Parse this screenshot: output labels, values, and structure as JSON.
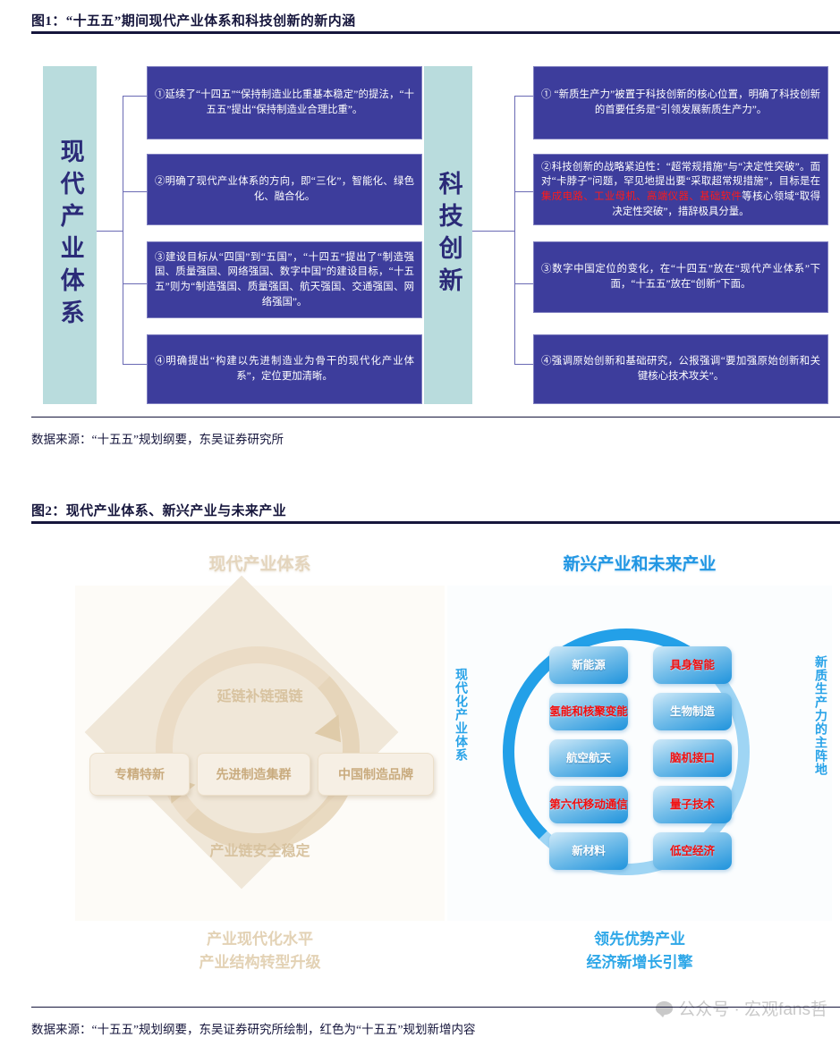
{
  "figure1": {
    "title": "图1：“十五五”期间现代产业体系和科技创新的新内涵",
    "source": "数据来源：“十五五”规划纲要，东吴证券研究所",
    "left_pillar": "现代产业体系",
    "right_pillar": "科技创新",
    "left_items": [
      "①延续了“十四五”“保持制造业比重基本稳定”的提法，“十五五”提出“保持制造业合理比重”。",
      "②明确了现代产业体系的方向，即“三化”，智能化、绿色化、融合化。",
      "③建设目标从“四国”到“五国”，“十四五”提出了“制造强国、质量强国、网络强国、数字中国”的建设目标，“十五五”则为“制造强国、质量强国、航天强国、交通强国、网络强国”。",
      "④明确提出“构建以先进制造业为骨干的现代化产业体系”，定位更加清晰。"
    ],
    "right_items": [
      {
        "pre": "① “新质生产力”被置于科技创新的核心位置，明确了科技创新的首要任务是“引领发展新质生产力”。",
        "hl": "",
        "post": ""
      },
      {
        "pre": "②科技创新的战略紧迫性：“超常规措施”与“决定性突破”。面对“卡脖子”问题，罕见地提出要“采取超常规措施”，目标是在",
        "hl": "集成电路、工业母机、高端仪器、基础软件",
        "post": "等核心领域“取得决定性突破”，措辞极具分量。"
      },
      {
        "pre": "③数字中国定位的变化，在“十四五”放在“现代产业体系”下面，“十五五”放在“创新”下面。",
        "hl": "",
        "post": ""
      },
      {
        "pre": "④强调原始创新和基础研究，公报强调“要加强原始创新和关键核心技术攻关”。",
        "hl": "",
        "post": ""
      }
    ]
  },
  "figure2": {
    "title": "图2：现代产业体系、新兴产业与未来产业",
    "source": "数据来源：“十五五”规划纲要，东吴证券研究所绘制，红色为“十五五”规划新增内容",
    "left_panel": {
      "title": "现代产业体系",
      "arrow_top_label": "延链补链强链",
      "arrow_bottom_label": "产业链安全稳定",
      "boxes": [
        "专精特新",
        "先进制造集群",
        "中国制造品牌"
      ],
      "footer_lines": [
        "产业现代化水平",
        "产业结构转型升级"
      ]
    },
    "right_panel": {
      "title": "新兴产业和未来产业",
      "ring_label_left": "现代化产业体系",
      "ring_label_right": "新质生产力的主阵地",
      "column_left": [
        {
          "label": "新能源",
          "new": false
        },
        {
          "label": "氢能和\n核聚变能",
          "new": true
        },
        {
          "label": "航空航天",
          "new": false
        },
        {
          "label": "第六代\n移动通信",
          "new": true
        },
        {
          "label": "新材料",
          "new": false
        }
      ],
      "column_right": [
        {
          "label": "具身智能",
          "new": true
        },
        {
          "label": "生物制造",
          "new": false
        },
        {
          "label": "脑机接口",
          "new": true
        },
        {
          "label": "量子技术",
          "new": true
        },
        {
          "label": "低空经济",
          "new": true
        }
      ],
      "footer_lines": [
        "领先优势产业",
        "经济新增长引擎"
      ]
    }
  },
  "watermark": {
    "text": "公众号 · 宏观fans哲"
  },
  "colors": {
    "pillar_bg": "#b9dcdd",
    "box_navy": "#3d3d9c",
    "highlight_red": "#ff1a1a",
    "ring_blue": "#23a0e8",
    "tan": "#e4d5bd"
  }
}
